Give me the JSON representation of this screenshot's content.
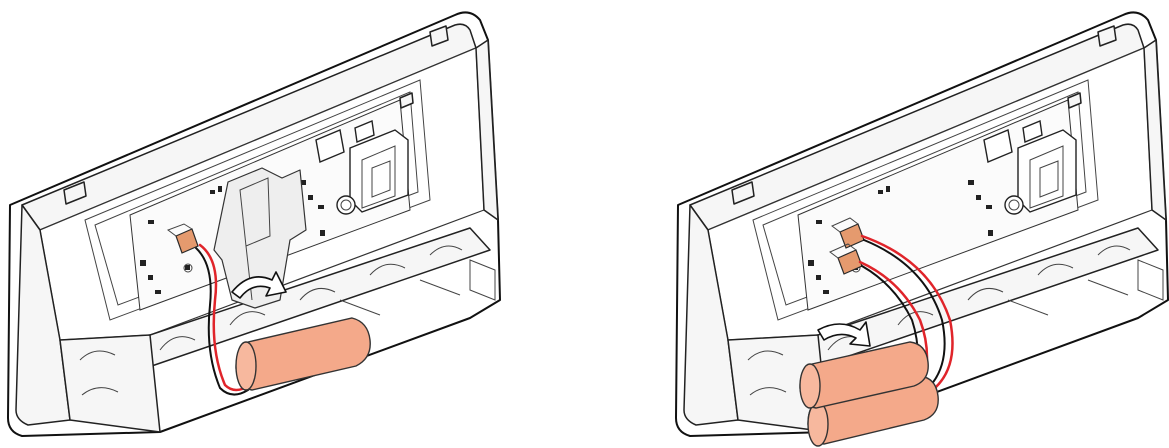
{
  "colors": {
    "battery": "#f4a98a",
    "connector": "#e59a6e",
    "wire_red": "#e0242a",
    "wire_black": "#111111",
    "housing": "#f6f6f6"
  },
  "illustrations": [
    {
      "name": "single-battery-installation",
      "battery_count": 1
    },
    {
      "name": "double-battery-installation",
      "battery_count": 2
    }
  ]
}
